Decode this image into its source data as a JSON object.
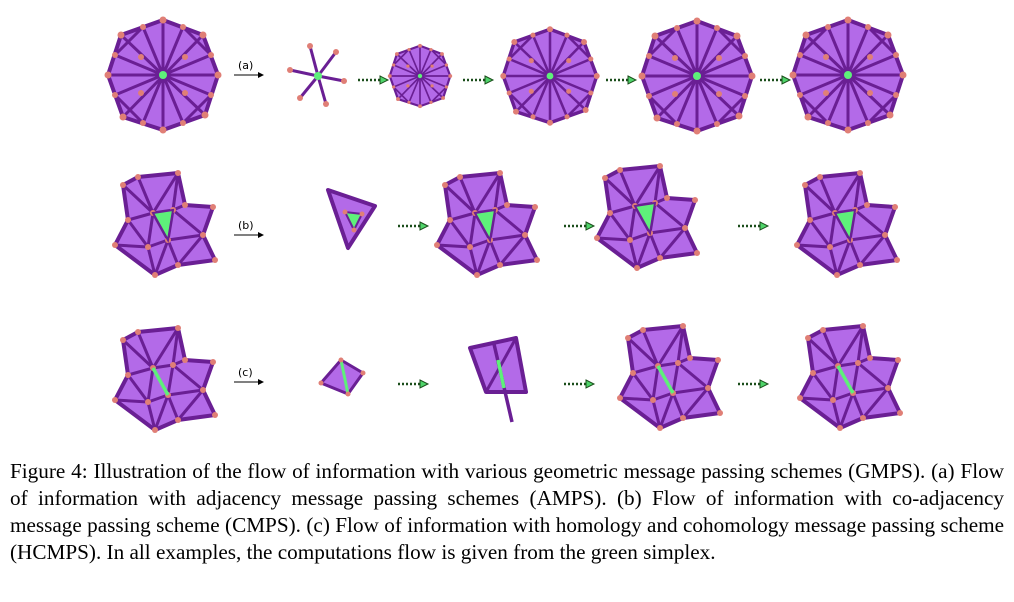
{
  "figure": {
    "rows": [
      {
        "label": "(a)",
        "description_kind": "adjacency"
      },
      {
        "label": "(b)",
        "description_kind": "co-adjacency"
      },
      {
        "label": "(c)",
        "description_kind": "homology-cohomology"
      }
    ],
    "colors": {
      "face": "#b36ae8",
      "edge": "#6a1f94",
      "vertex": "#e07f76",
      "source": "#5ef07a",
      "arrow": "#1a4d1a"
    }
  },
  "caption": {
    "prefix": "Figure 4:",
    "text": "Illustration of the flow of information with various geometric message passing schemes (GMPS). (a) Flow of information with adjacency message passing schemes (AMPS). (b) Flow of information with co-adjacency message passing scheme (CMPS). (c) Flow of information with homology and cohomology message passing scheme (HCMPS). In all examples, the computations flow is given from the green simplex."
  }
}
